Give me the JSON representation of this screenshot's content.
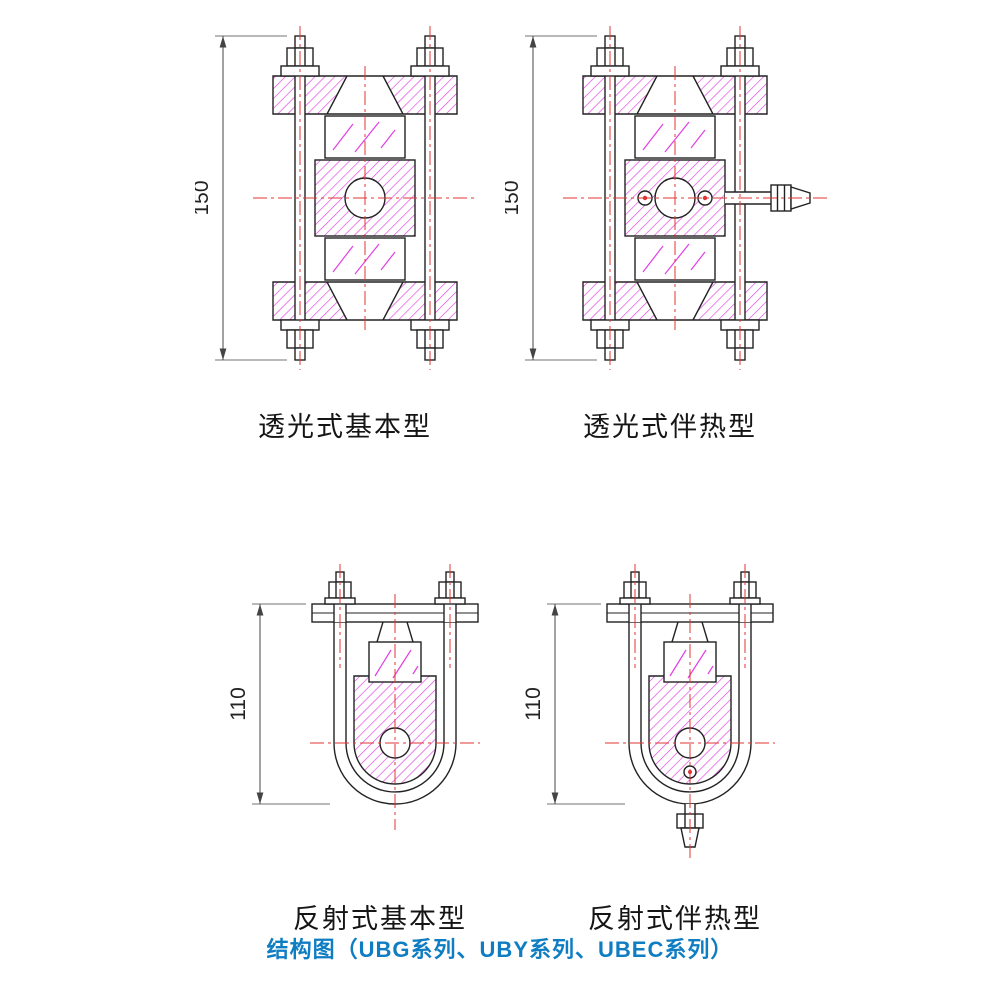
{
  "caption": {
    "text": "结构图（UBG系列、UBY系列、UBEC系列）"
  },
  "diagrams": [
    {
      "id": "transmission-basic",
      "label": "透光式基本型",
      "dimension": "150"
    },
    {
      "id": "transmission-heated",
      "label": "透光式伴热型",
      "dimension": "150"
    },
    {
      "id": "reflection-basic",
      "label": "反射式基本型",
      "dimension": "110"
    },
    {
      "id": "reflection-heated",
      "label": "反射式伴热型",
      "dimension": "110"
    }
  ],
  "colors": {
    "hatch": "#e23fe2",
    "centerline": "#e03434",
    "outline": "#222222",
    "dimension": "#444444",
    "caption": "#0f7dc2"
  }
}
